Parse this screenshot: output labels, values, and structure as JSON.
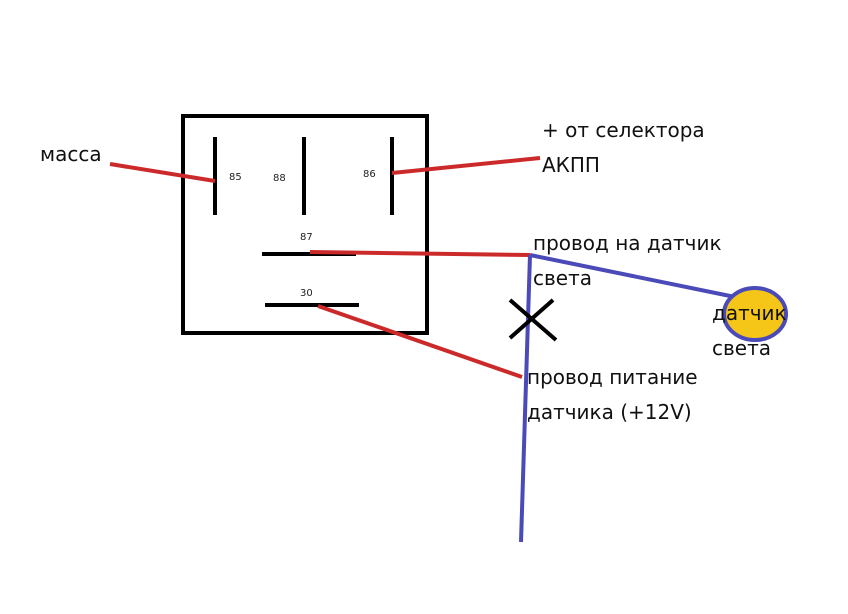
{
  "labels": {
    "ground": "масса",
    "plus_selector_line1": "+ от селектора",
    "plus_selector_line2": "АКПП",
    "sensor_wire_line1": "провод на датчик",
    "sensor_wire_line2": "света",
    "sensor_line1": "датчик",
    "sensor_line2": "света",
    "power_wire_line1": "провод питание",
    "power_wire_line2": "датчика (+12V)"
  },
  "pins": {
    "p85": "85",
    "p88": "88",
    "p86": "86",
    "p87": "87",
    "p30": "30"
  },
  "colors": {
    "red_wire": "#cc2a2a",
    "blue_wire": "#4a4ab8",
    "black": "#000000",
    "sensor_fill": "#f5c518",
    "sensor_stroke": "#4a4ab8"
  }
}
